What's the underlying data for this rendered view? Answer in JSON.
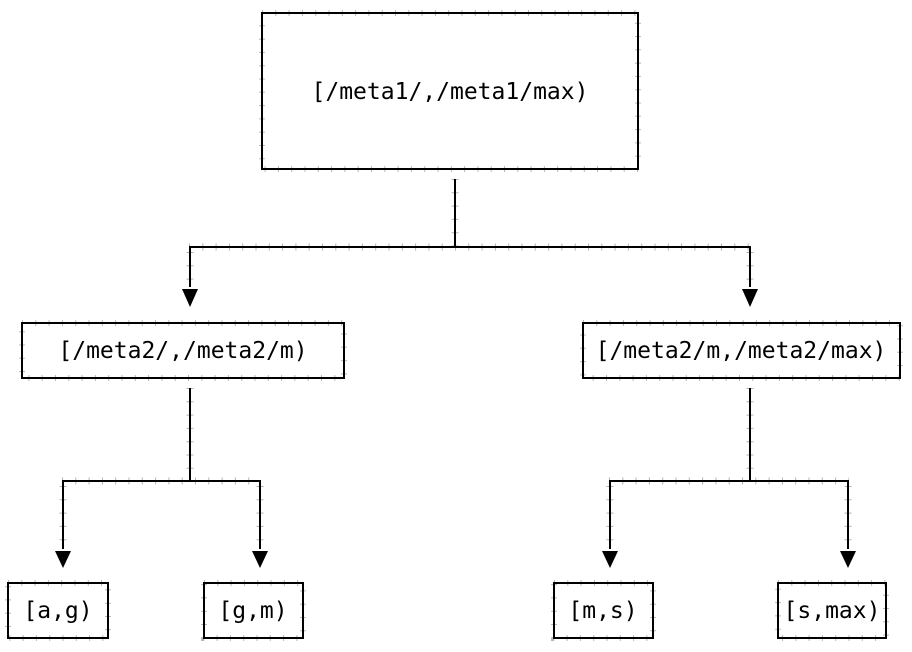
{
  "diagram": {
    "type": "binary-tree",
    "background_color": "#ffffff",
    "line_color": "#000000",
    "box_border_color": "#000000",
    "box_fill_color": "#ffffff",
    "text_color": "#000000",
    "arrowhead_icon": "▼",
    "nodes": {
      "root": {
        "label": "[/meta1/,/meta1/max)"
      },
      "left": {
        "label": "[/meta2/,/meta2/m)"
      },
      "right": {
        "label": "[/meta2/m,/meta2/max)"
      },
      "left_left": {
        "label": "[a,g)"
      },
      "left_right": {
        "label": "[g,m)"
      },
      "right_left": {
        "label": "[m,s)"
      },
      "right_right": {
        "label": "[s,max)"
      }
    },
    "edges": [
      {
        "from": "root",
        "to": "left"
      },
      {
        "from": "root",
        "to": "right"
      },
      {
        "from": "left",
        "to": "left_left"
      },
      {
        "from": "left",
        "to": "left_right"
      },
      {
        "from": "right",
        "to": "right_left"
      },
      {
        "from": "right",
        "to": "right_right"
      }
    ]
  }
}
